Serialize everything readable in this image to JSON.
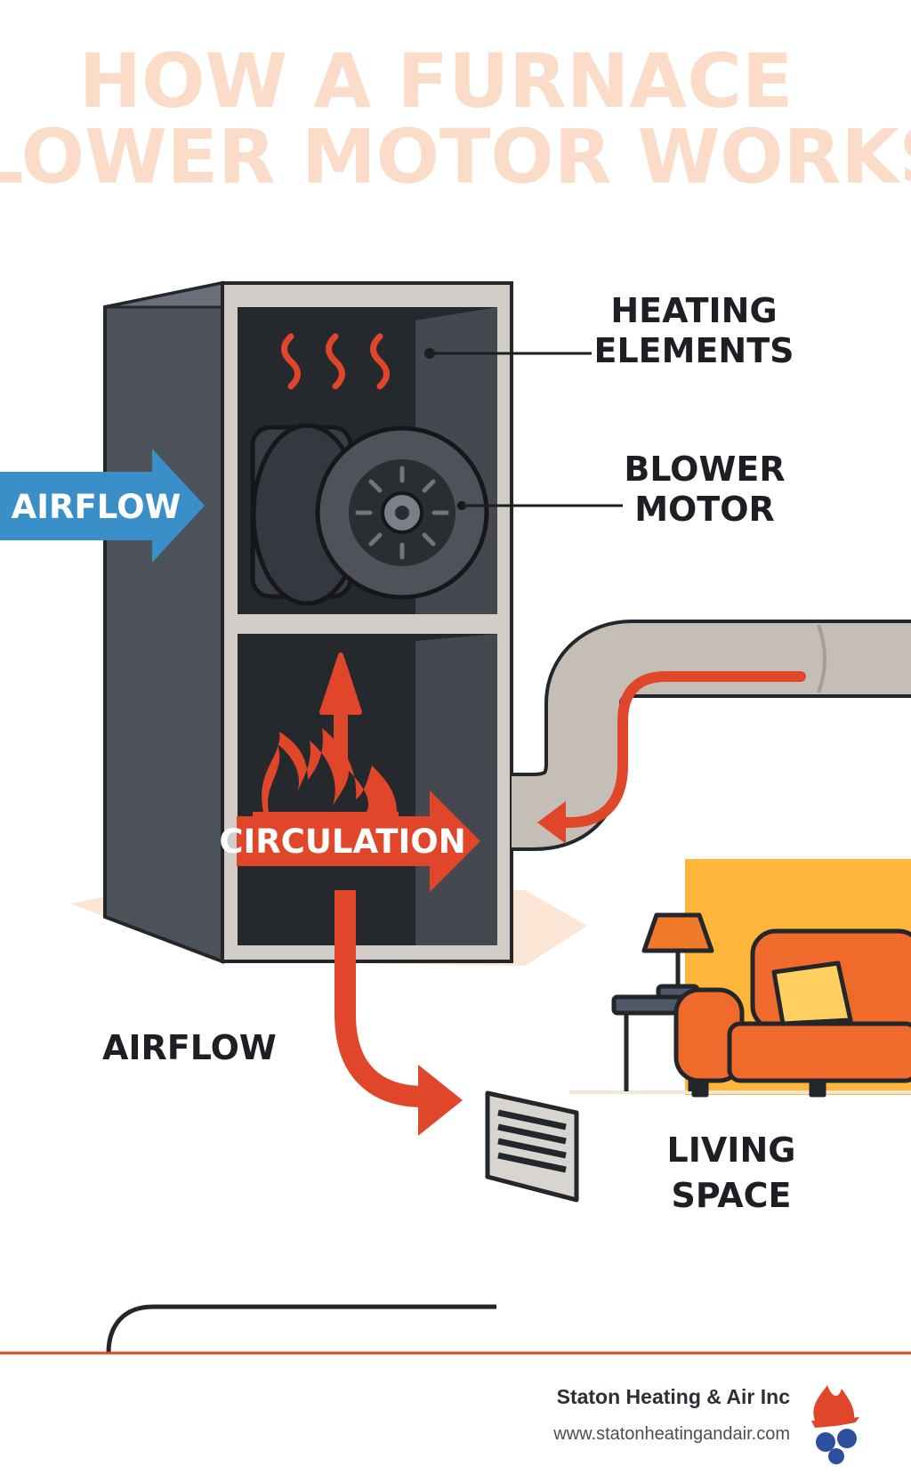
{
  "title": {
    "line1": "HOW A FURNACE",
    "line2": "BLOWER MOTOR WORKS"
  },
  "labels": {
    "heating_line1": "HEATING",
    "heating_line2": "ELEMENTS",
    "blower_line1": "BLOWER",
    "blower_line2": "MOTOR",
    "airflow_in": "AIRFLOW",
    "circulation": "CIRCULATION",
    "airflow_out": "AIRFLOW",
    "living_line1": "LIVING",
    "living_line2": "SPACE"
  },
  "footer": {
    "company": "Staton Heating & Air Inc",
    "url": "www.statonheatingandair.com"
  },
  "colors": {
    "title": "#fbdcc8",
    "accent_red": "#e0472a",
    "airflow_blue": "#3a8fc8",
    "furnace_dark": "#4a4f57",
    "footer_rule": "#e0472a"
  },
  "icons": [
    "heat-wave-icon",
    "flame-icon",
    "fan-icon",
    "lamp-icon",
    "sofa-icon",
    "vent-grille-icon",
    "logo-icon"
  ]
}
